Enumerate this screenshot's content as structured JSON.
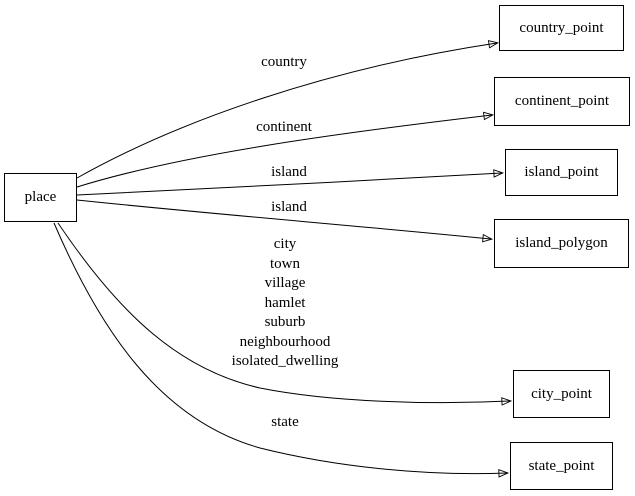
{
  "diagram": {
    "type": "directed-graph",
    "colors": {
      "background": "#ffffff",
      "node_border": "#000000",
      "edge_stroke": "#000000",
      "text": "#000000"
    },
    "nodes": {
      "place": {
        "label": "place"
      },
      "country_point": {
        "label": "country_point"
      },
      "continent_point": {
        "label": "continent_point"
      },
      "island_point": {
        "label": "island_point"
      },
      "island_polygon": {
        "label": "island_polygon"
      },
      "city_point": {
        "label": "city_point"
      },
      "state_point": {
        "label": "state_point"
      }
    },
    "edges": [
      {
        "from": "place",
        "to": "country_point",
        "label": "country"
      },
      {
        "from": "place",
        "to": "continent_point",
        "label": "continent"
      },
      {
        "from": "place",
        "to": "island_point",
        "label": "island"
      },
      {
        "from": "place",
        "to": "island_polygon",
        "label": "island"
      },
      {
        "from": "place",
        "to": "city_point",
        "label": "city\ntown\nvillage\nhamlet\nsuburb\nneighbourhood\nisolated_dwelling"
      },
      {
        "from": "place",
        "to": "state_point",
        "label": "state"
      }
    ]
  }
}
